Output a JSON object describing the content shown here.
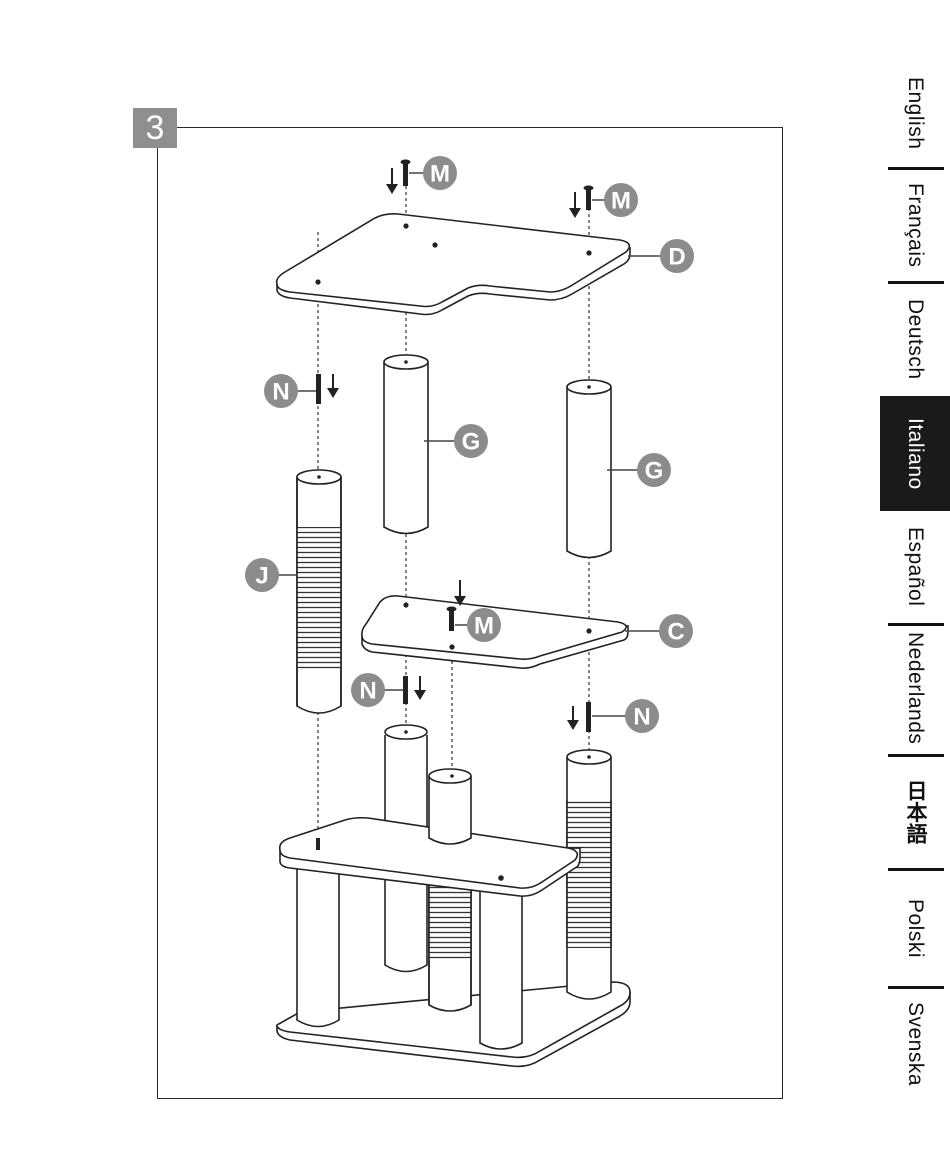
{
  "step": {
    "number": "3"
  },
  "parts": {
    "M": "M",
    "N": "N",
    "D": "D",
    "G": "G",
    "J": "J",
    "C": "C"
  },
  "languages": [
    {
      "label": "English",
      "active": false
    },
    {
      "label": "Français",
      "active": false
    },
    {
      "label": "Deutsch",
      "active": false
    },
    {
      "label": "Italiano",
      "active": true
    },
    {
      "label": "Español",
      "active": false
    },
    {
      "label": "Nederlands",
      "active": false
    },
    {
      "label": "日本語",
      "active": false
    },
    {
      "label": "Polski",
      "active": false
    },
    {
      "label": "Svenska",
      "active": false
    }
  ],
  "colors": {
    "badge_gray": "#8f8f8f",
    "active_tab": "#1a1a1a",
    "line": "#2b2b2b"
  }
}
